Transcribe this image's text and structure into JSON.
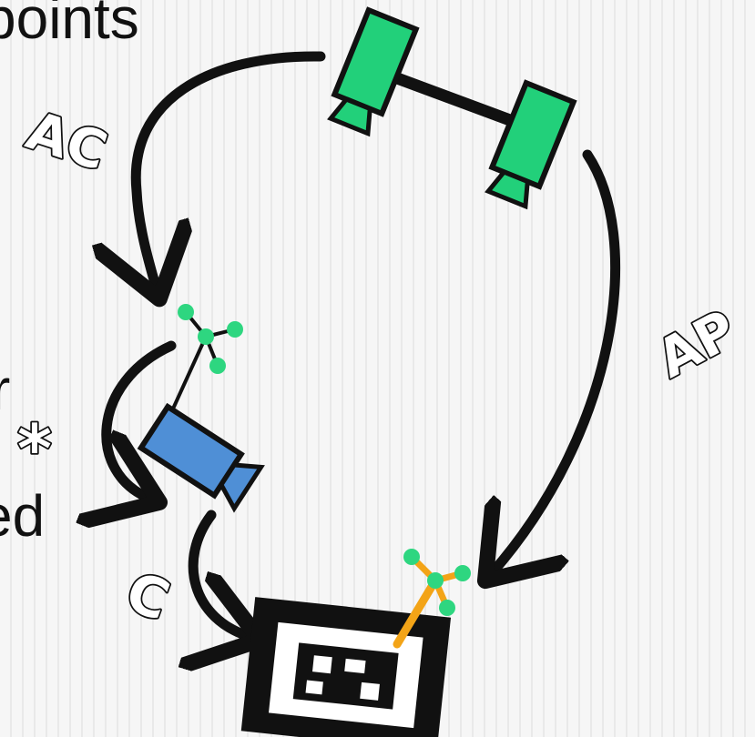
{
  "clipped_text": {
    "line1": "points",
    "line2": "r",
    "line3": "ed"
  },
  "labels": {
    "top_left": "AC",
    "right": "AP",
    "bottom_left": "C",
    "left_star": "*"
  },
  "icons": {
    "stereo_camera": "stereo-camera-rig-icon",
    "camera": "camera-icon",
    "marker": "fiducial-marker-icon",
    "frame_axes": "coordinate-frame-icon"
  },
  "colors": {
    "stereo_camera": "#22d07a",
    "camera": "#4f8fd6",
    "axis_node": "#2ed680",
    "marker_axis": "#f3a417",
    "stroke": "#111111"
  }
}
